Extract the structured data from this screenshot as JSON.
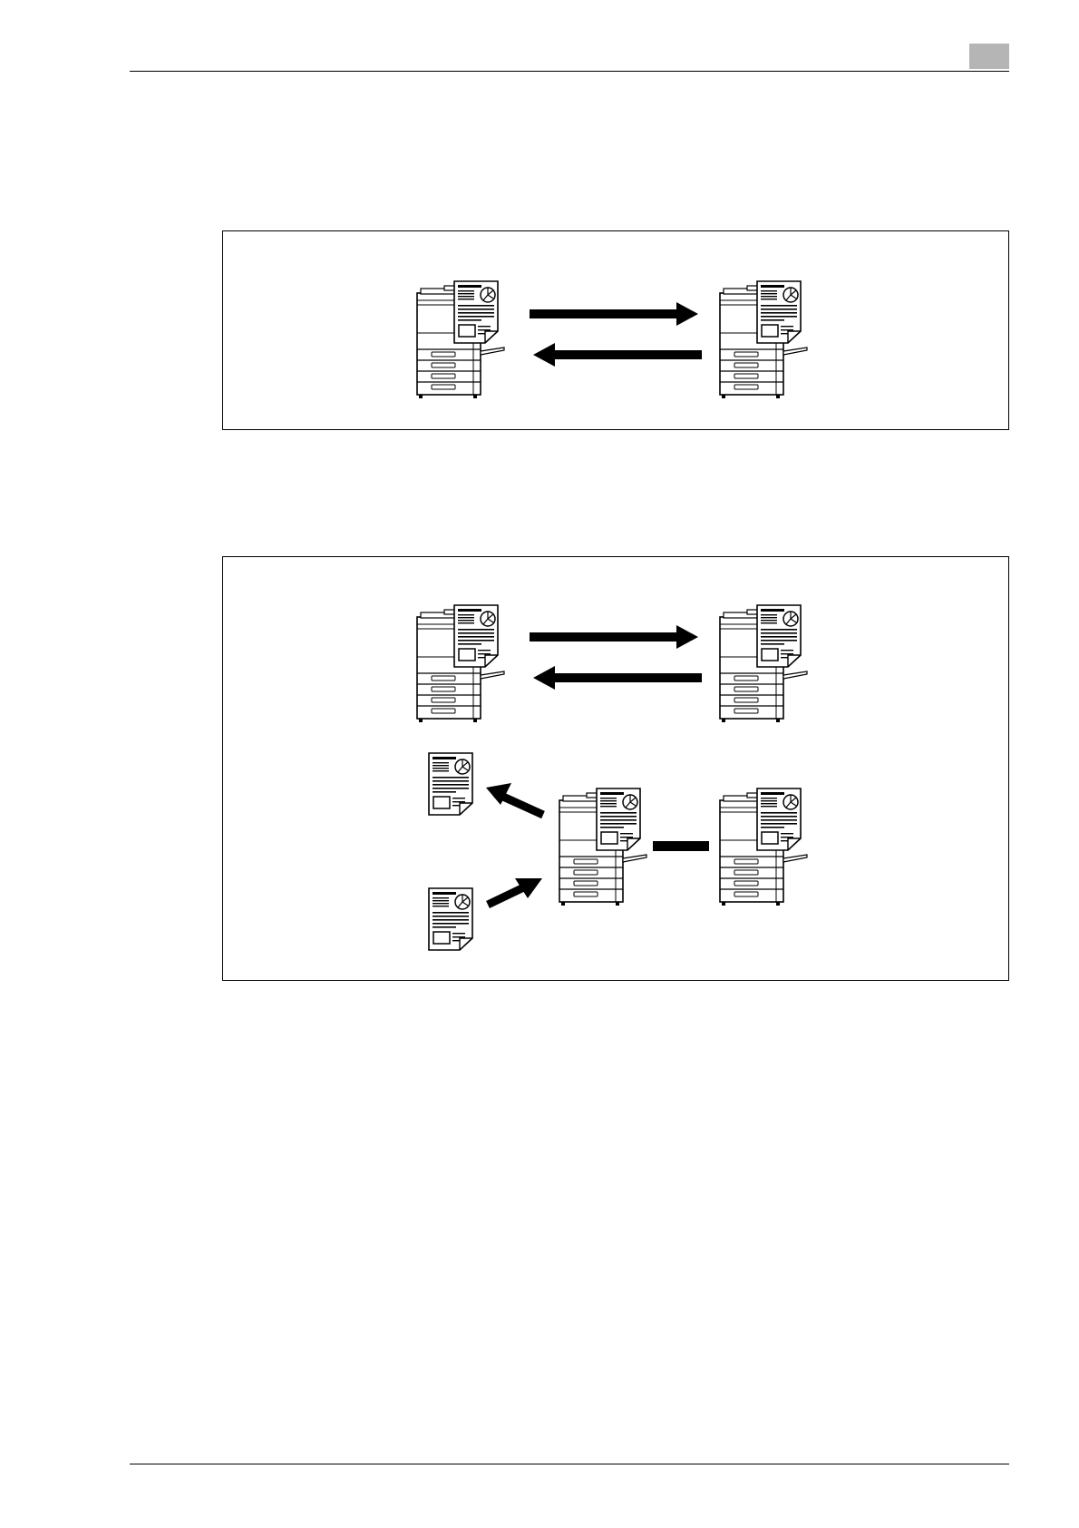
{
  "figures": [
    {
      "id": "figure-1",
      "description_label": ""
    },
    {
      "id": "figure-2",
      "description_label": ""
    }
  ],
  "icons": {
    "printer": "multifunction-printer-icon",
    "document": "document-page-icon",
    "arrow": "arrow-icon",
    "link": "connection-line"
  }
}
